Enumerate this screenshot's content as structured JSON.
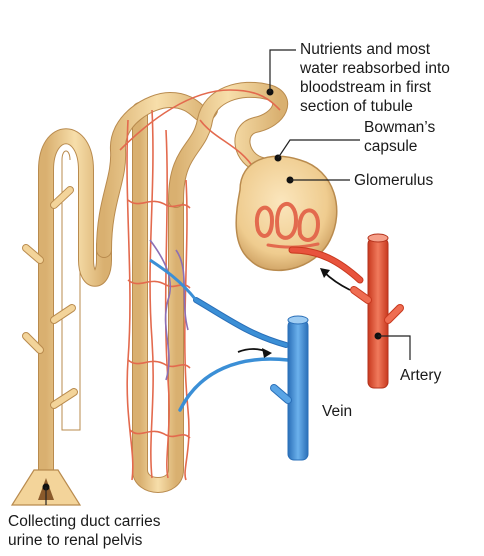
{
  "labels": {
    "nutrients": "Nutrients and most\nwater reabsorbed into\nbloodstream in first\nsection of tubule",
    "bowmans_capsule": "Bowman’s\ncapsule",
    "glomerulus": "Glomerulus",
    "artery": "Artery",
    "vein": "Vein",
    "collecting_duct": "Collecting duct carries\nurine to renal pelvis"
  },
  "colors": {
    "tubule": "#f3d49a",
    "tubule_outline": "#b98b4e",
    "artery_red": "#e8533d",
    "capillary": "#e36a4e",
    "vein_blue": "#3b8fd6",
    "purple_mix": "#8c6fb5",
    "leader_line": "#222222"
  }
}
